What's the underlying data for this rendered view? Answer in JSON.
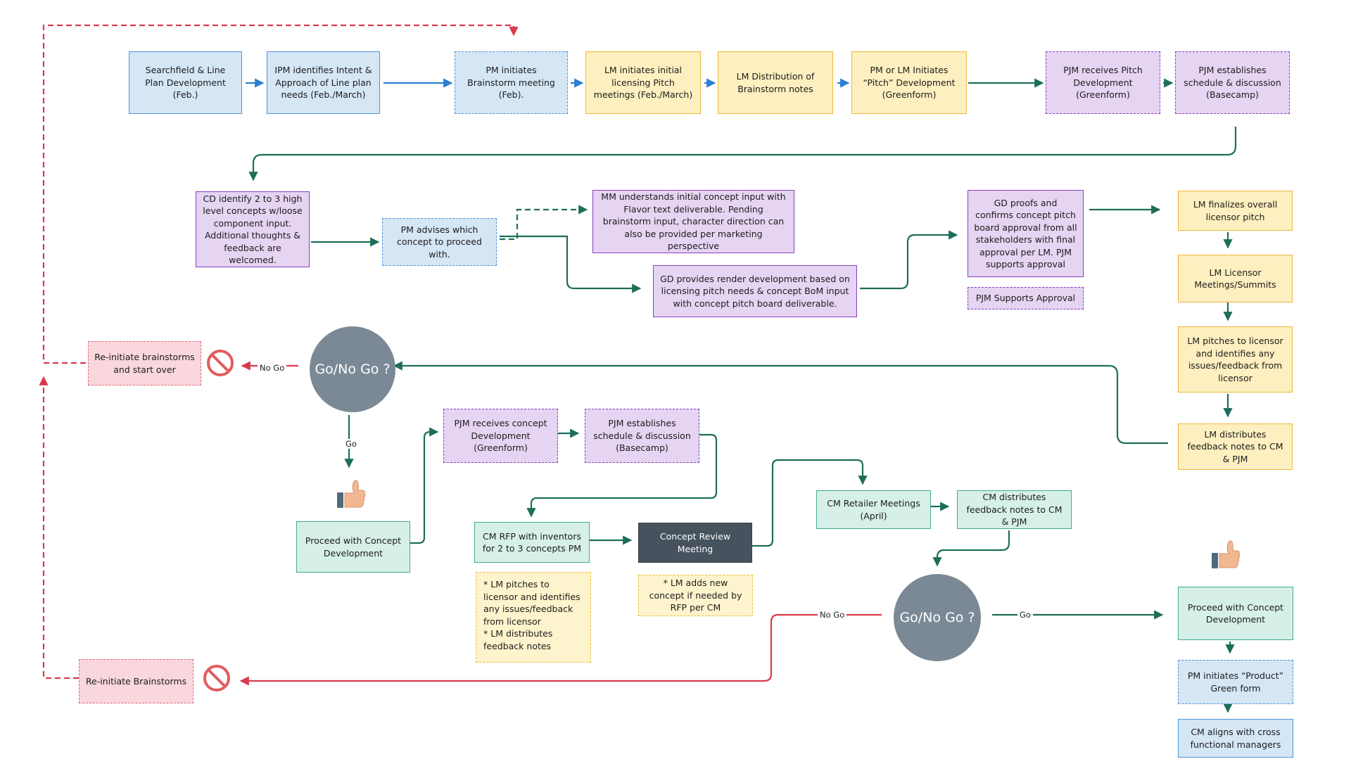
{
  "nodes": {
    "searchfield": "Searchfield & Line Plan Development (Feb.)",
    "ipm": "IPM identifies Intent & Approach of Line plan needs (Feb./March)",
    "pm_brainstorm": "PM initiates Brainstorm meeting (Feb).",
    "lm_pitch": "LM initiates initial licensing Pitch meetings (Feb./March)",
    "lm_distribution": "LM Distribution of Brainstorm notes",
    "pm_lm_pitch": "PM or LM Initiates “Pitch” Development (Greenform)",
    "pjm_receives_pitch": "PJM receives Pitch Development (Greenform)",
    "pjm_schedule_1": "PJM establishes schedule & discussion (Basecamp)",
    "cd_identify": "CD identify 2 to 3 high level concepts w/loose component input. Additional thoughts & feedback are welcomed.",
    "pm_advises": "PM advises which concept to proceed with.",
    "mm_understands": "MM understands initial concept input with Flavor text deliverable. Pending brainstorm input, character direction can also be provided per marketing perspective",
    "gd_render": "GD provides render development based on licensing pitch needs & concept BoM input with concept pitch board deliverable.",
    "gd_proofs": "GD proofs and confirms concept pitch board approval from all stakeholders with final approval per LM. PJM supports approval",
    "pjm_supports": "PJM Supports Approval",
    "lm_finalizes": "LM finalizes overall licensor pitch",
    "lm_meetings": "LM Licensor Meetings/Summits",
    "lm_pitches": "LM pitches to licensor and identifies any issues/feedback from licensor",
    "lm_distributes": "LM distributes feedback notes to CM & PJM",
    "reinitiate_1": "Re-initiate brainstorms and start over",
    "gonogo_1": "Go/No Go ?",
    "proceed_1": "Proceed with Concept Development",
    "pjm_receives_concept": "PJM receives concept Development (Greenform)",
    "pjm_schedule_2": "PJM establishes schedule & discussion (Basecamp)",
    "cm_rfp": "CM RFP with inventors for 2 to 3 concepts PM",
    "concept_review": "Concept Review Meeting",
    "cm_retailer": "CM Retailer Meetings (April)",
    "cm_distributes": "CM distributes feedback notes to CM & PJM",
    "gonogo_2": "Go/No Go ?",
    "proceed_2": "Proceed with Concept Development",
    "pm_product": "PM initiates “Product” Green form",
    "cm_aligns": "CM aligns with cross functional managers",
    "reinitiate_2": "Re-initiate Brainstorms"
  },
  "notes": {
    "lm_note": "* LM pitches to licensor and identifies any issues/feedback from licensor\n* LM distributes feedback notes",
    "lm_adds": "* LM adds new concept if needed by RFP per CM"
  },
  "edge_labels": {
    "nogo_1": "No Go",
    "go_1": "Go",
    "nogo_2": "No Go",
    "go_2": "Go"
  },
  "icons": {
    "no_symbol": "no-entry-icon",
    "thumbs_up": "thumbs-up-icon"
  },
  "colors": {
    "blue_arrow": "#2a7fd0",
    "green_arrow": "#1d6e5a",
    "red_arrow": "#d83a4e"
  }
}
